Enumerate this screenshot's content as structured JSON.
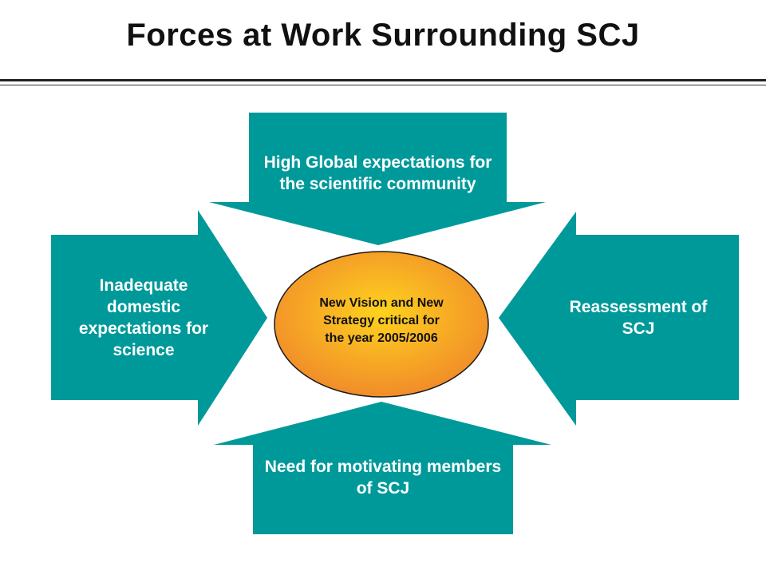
{
  "title": "Forces at Work Surrounding SCJ",
  "colors": {
    "arrow_fill": "#00999A",
    "center_inner": "#FFD21E",
    "center_outer": "#F08A2A",
    "center_stroke": "#1A1A1A"
  },
  "forces": {
    "top": {
      "label": "High Global expectations for the scientific community"
    },
    "left": {
      "label": "Inadequate domestic expectations for science"
    },
    "right": {
      "label": "Reassessment of SCJ"
    },
    "bottom": {
      "label": "Need for motivating members of SCJ"
    }
  },
  "center": {
    "label": "New Vision and New Strategy critical for the year 2005/2006"
  }
}
